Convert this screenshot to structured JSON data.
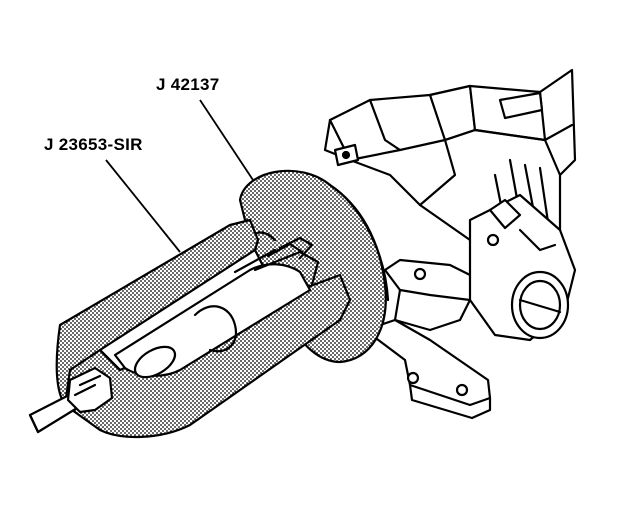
{
  "figure": {
    "callouts": [
      {
        "id": "j42137",
        "text": "J 42137"
      },
      {
        "id": "j23653",
        "text": "J 23653-SIR"
      }
    ]
  },
  "colors": {
    "ink": "#000000",
    "paper": "#ffffff",
    "stipple": "#8a8a8a"
  }
}
